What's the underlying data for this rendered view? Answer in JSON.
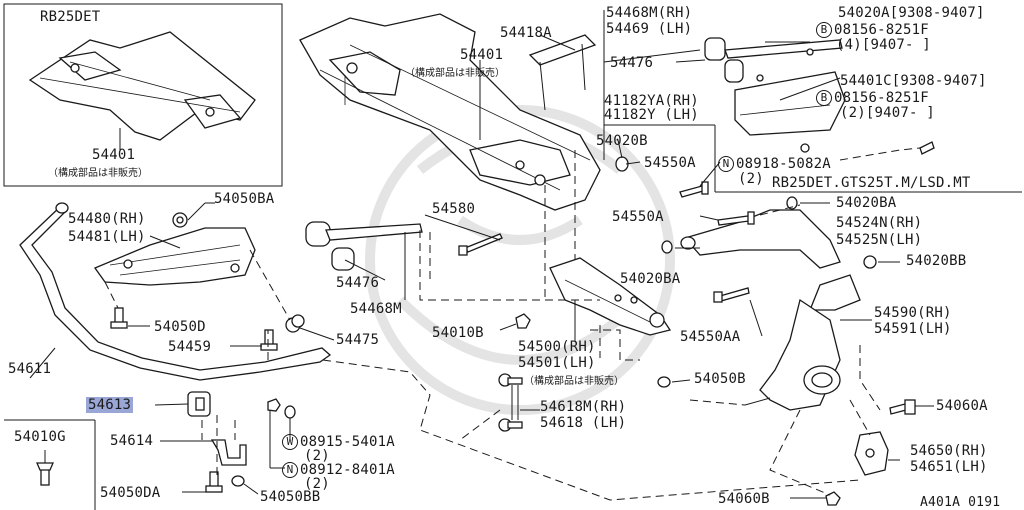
{
  "inset": {
    "engine": "RB25DET",
    "part": "54401",
    "note": "（構成部品は非販売）"
  },
  "labels": {
    "p54418A": "54418A",
    "p54401": "54401",
    "p54401_note": "（構成部品は非販売）",
    "p54468M_rh": "54468M(RH)",
    "p54469_lh": "54469 (LH)",
    "p54476_top": "54476",
    "p41182YA": "41182YA(RH)",
    "p41182Y": "41182Y (LH)",
    "p54020A": "54020A[9308-9407]",
    "b1": "B",
    "p08156_a": "08156-8251F",
    "p08156_a_qty": "(4)[9407-   ]",
    "p54401C": "54401C[9308-9407]",
    "b2": "B",
    "p08156_b": "08156-8251F",
    "p08156_b_qty": "(2)[9407-   ]",
    "n1": "N",
    "p08918": "08918-5082A",
    "p08918_qty": "(2)",
    "rb_note": "RB25DET.GTS25T.M/LSD.MT",
    "p54020B": "54020B",
    "p54550A_1": "54550A",
    "p54550A_2": "54550A",
    "p54020BA_r": "54020BA",
    "p54524N": "54524N(RH)",
    "p54525N": "54525N(LH)",
    "p54020BB_r": "54020BB",
    "p54020BA_m": "54020BA",
    "p54550AA": "54550AA",
    "p54590": "54590(RH)",
    "p54591": "54591(LH)",
    "p54050BA_top": "54050BA",
    "p54480": "54480(RH)",
    "p54481": "54481(LH)",
    "p54580": "54580",
    "p54476_mid": "54476",
    "p54468M": "54468M",
    "p54050D": "54050D",
    "p54459": "54459",
    "p54475": "54475",
    "p54010B": "54010B",
    "p54500": "54500(RH)",
    "p54501": "54501(LH)",
    "p54501_note": "（構成部品は非販売）",
    "p54050B": "54050B",
    "p54611": "54611",
    "p54613": "54613",
    "p54618M": "54618M(RH)",
    "p54618": "54618 (LH)",
    "p54060A": "54060A",
    "p54010G": "54010G",
    "p54614": "54614",
    "w1": "W",
    "p08915": "08915-5401A",
    "p08915_qty": "(2)",
    "n2": "N",
    "p08912": "08912-8401A",
    "p08912_qty": "(2)",
    "p54650": "54650(RH)",
    "p54651": "54651(LH)",
    "p54050DA": "54050DA",
    "p54050BB": "54050BB",
    "p54060B": "54060B",
    "diagram_code": "A401A 0191"
  }
}
